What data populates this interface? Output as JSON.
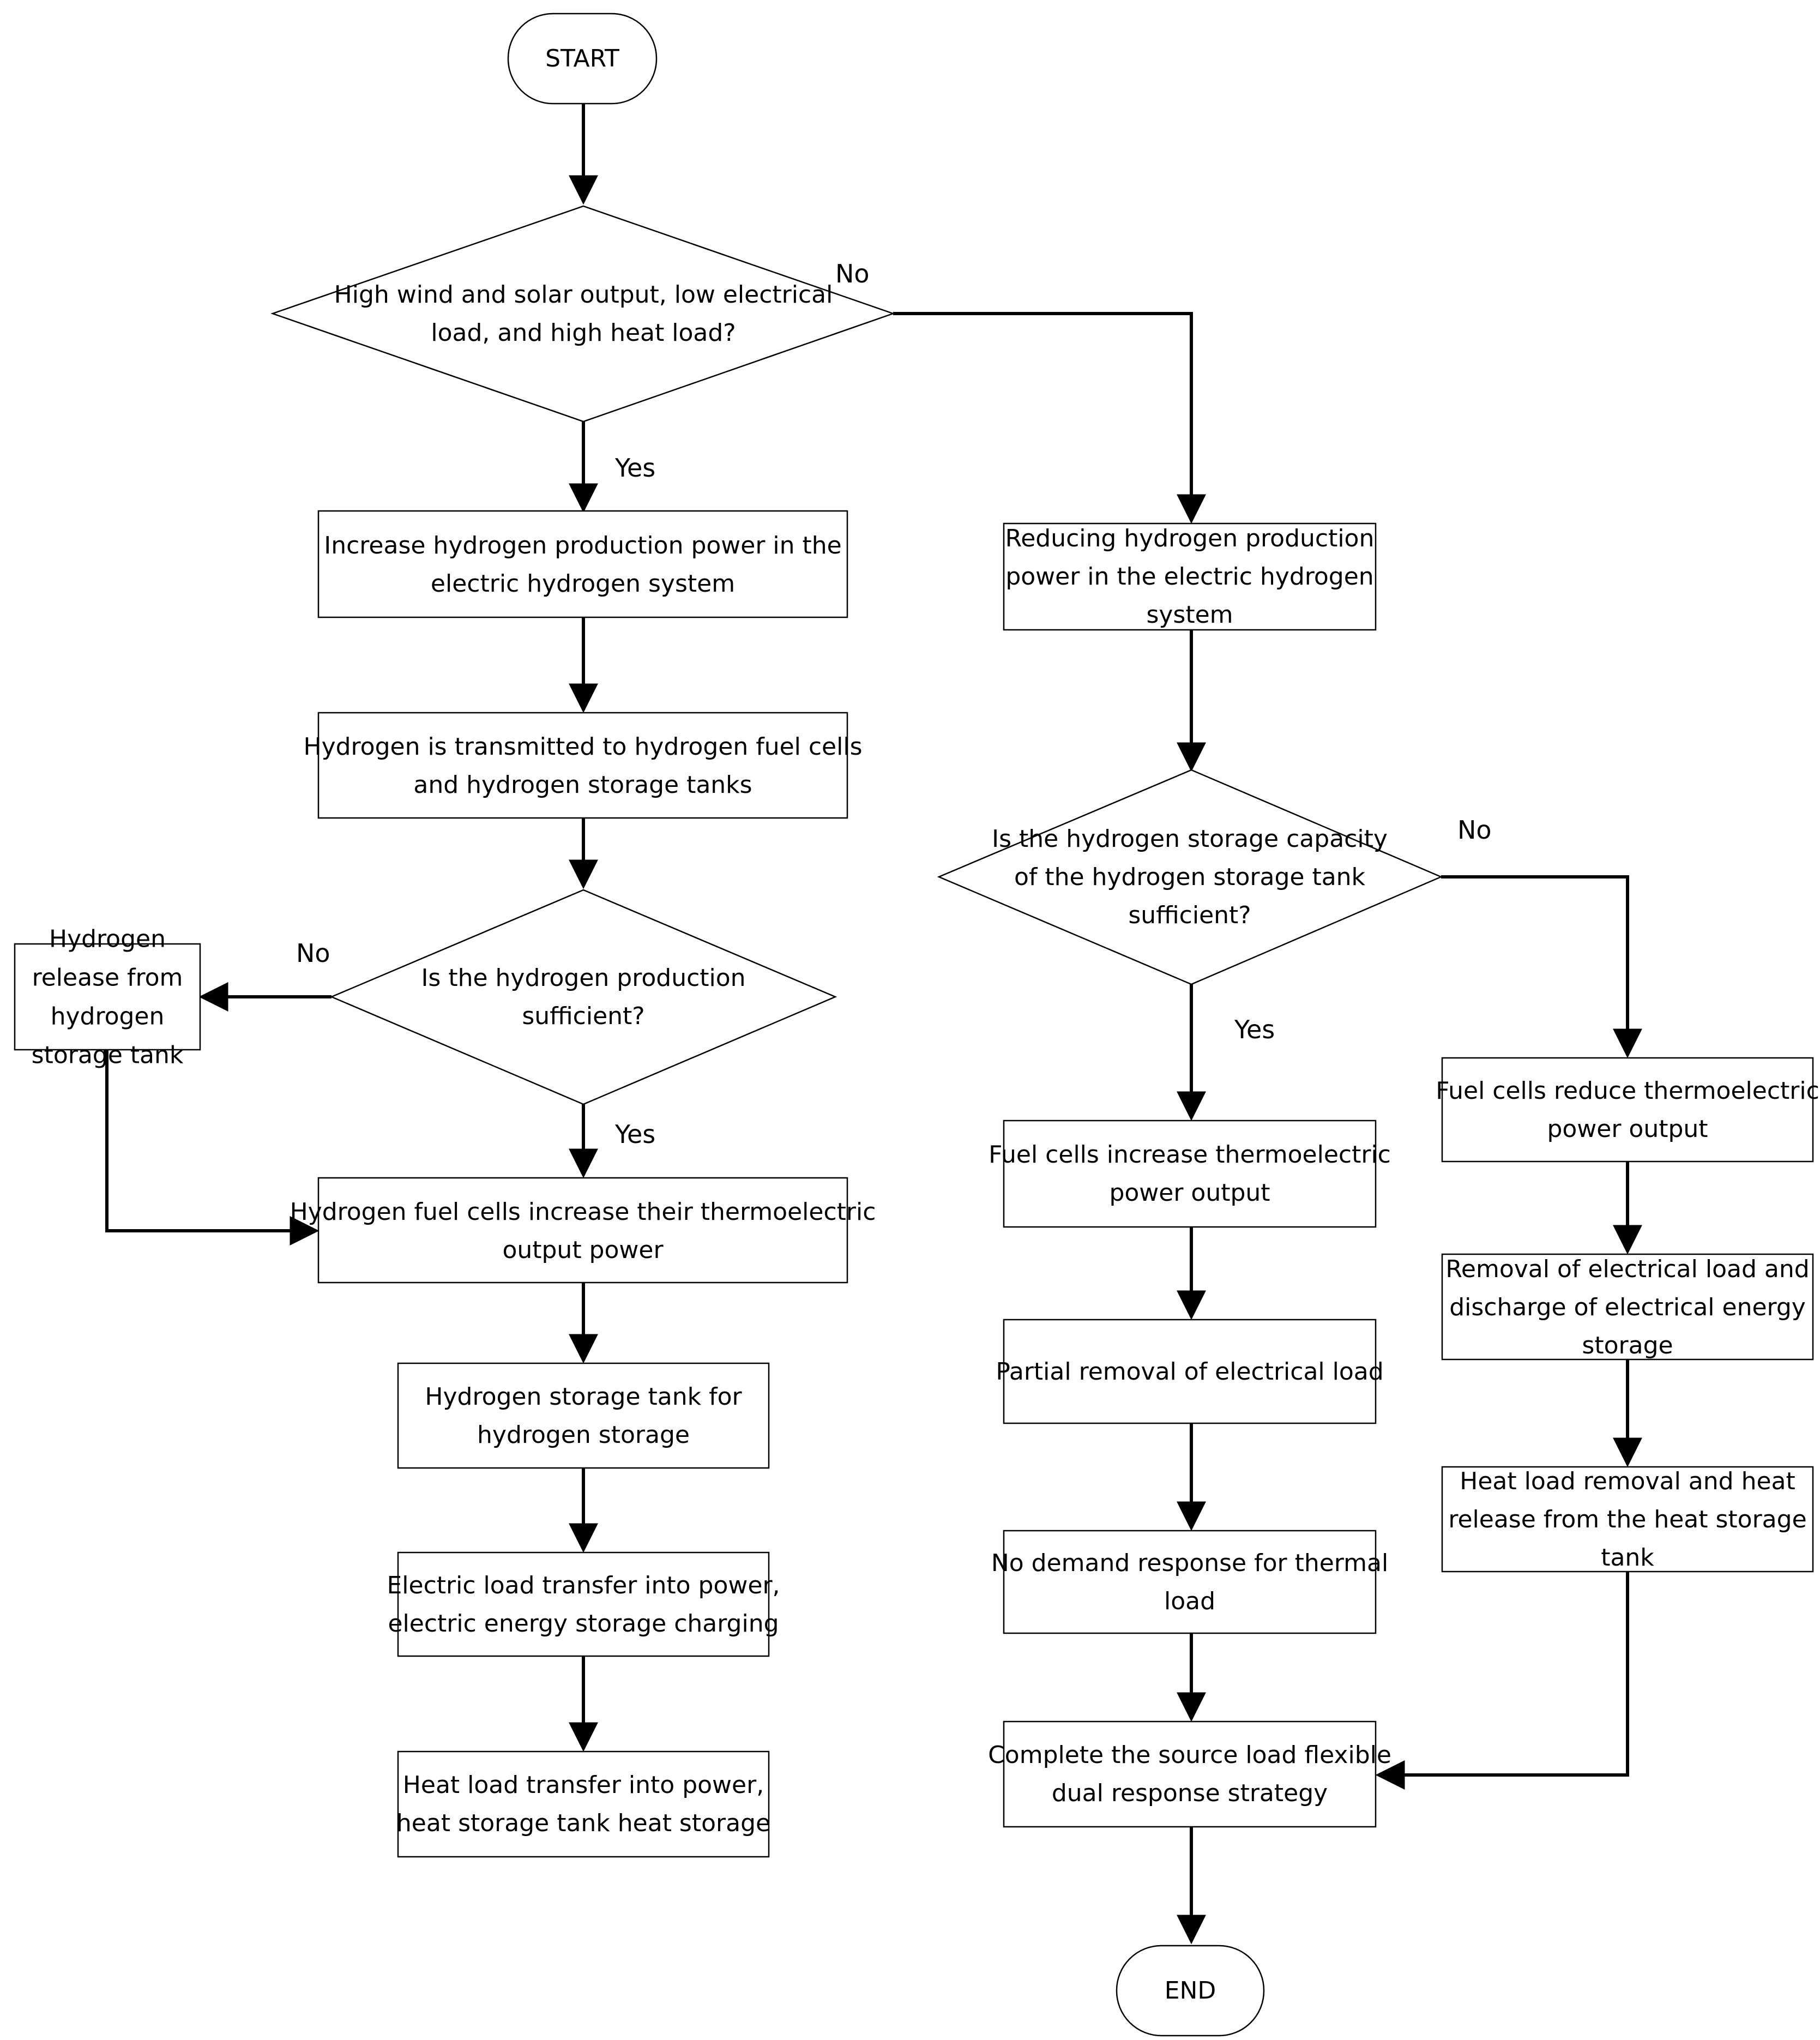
{
  "nodes": {
    "start": {
      "lines": [
        "START"
      ]
    },
    "d1": {
      "lines": [
        "High wind and solar output, low electrical",
        "load, and high heat load?"
      ]
    },
    "increase": {
      "lines": [
        "Increase hydrogen production power in the",
        "electric hydrogen system"
      ]
    },
    "transmit": {
      "lines": [
        "Hydrogen is transmitted to hydrogen fuel cells",
        "and hydrogen storage tanks"
      ]
    },
    "d2": {
      "lines": [
        "Is the hydrogen production",
        "sufficient?"
      ]
    },
    "release": {
      "lines": [
        "Hydrogen",
        "release from",
        "hydrogen",
        "storage tank"
      ]
    },
    "fc_increase": {
      "lines": [
        "Hydrogen fuel cells increase their thermoelectric",
        "output power"
      ]
    },
    "tank_storage": {
      "lines": [
        "Hydrogen storage tank for",
        "hydrogen storage"
      ]
    },
    "elec_transfer": {
      "lines": [
        "Electric load transfer into power,",
        "electric energy storage charging"
      ]
    },
    "heat_transfer": {
      "lines": [
        "Heat load transfer into power,",
        "heat storage tank heat storage"
      ]
    },
    "reduce": {
      "lines": [
        "Reducing hydrogen production",
        "power in the electric hydrogen",
        "system"
      ]
    },
    "d3": {
      "lines": [
        "Is the hydrogen storage capacity",
        "of the hydrogen storage tank",
        "sufficient?"
      ]
    },
    "fc_inc_out": {
      "lines": [
        "Fuel cells increase thermoelectric",
        "power output"
      ]
    },
    "partial": {
      "lines": [
        "Partial removal of electrical load"
      ]
    },
    "no_demand": {
      "lines": [
        "No demand response for thermal",
        "load"
      ]
    },
    "complete": {
      "lines": [
        "Complete the source load flexible",
        "dual response strategy"
      ]
    },
    "end": {
      "lines": [
        "END"
      ]
    },
    "fc_reduce": {
      "lines": [
        "Fuel cells reduce thermoelectric",
        "power output"
      ]
    },
    "removal_elec": {
      "lines": [
        "Removal of electrical load and",
        "discharge of electrical energy",
        "storage"
      ]
    },
    "heat_removal": {
      "lines": [
        "Heat load removal and heat",
        "release from the heat storage",
        "tank"
      ]
    }
  },
  "edge_labels": {
    "d1_no": "No",
    "d1_yes": "Yes",
    "d2_no": "No",
    "d2_yes": "Yes",
    "d3_no": "No",
    "d3_yes": "Yes"
  }
}
